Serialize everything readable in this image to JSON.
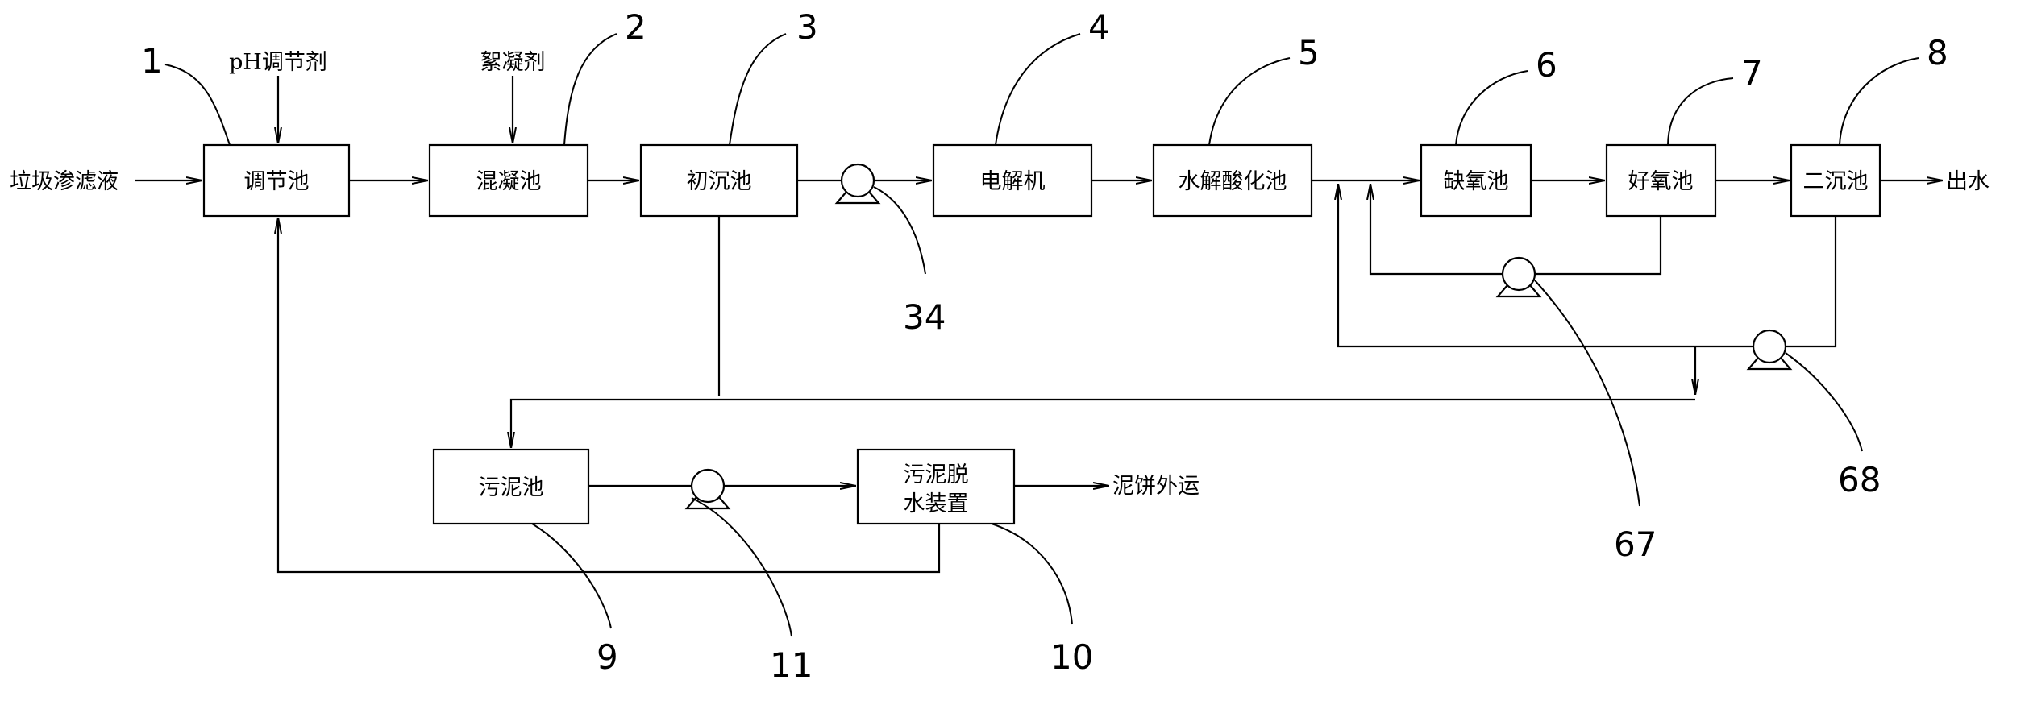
{
  "diagram": {
    "units": {
      "regulating_tank": "调节池",
      "coagulation_tank": "混凝池",
      "primary_sedimentation_tank": "初沉池",
      "electrolyzer": "电解机",
      "hydrolysis_acidification_tank": "水解酸化池",
      "anoxic_tank": "缺氧池",
      "aerobic_tank": "好氧池",
      "secondary_sedimentation_tank": "二沉池",
      "sludge_tank": "污泥池",
      "sludge_dewatering_line1": "污泥脱",
      "sludge_dewatering_line2": "水装置"
    },
    "io_labels": {
      "influent": "垃圾渗滤液",
      "ph_agent": "pH调节剂",
      "flocculant": "絮凝剂",
      "effluent": "出水",
      "cake_out": "泥饼外运"
    },
    "reference_numerals": {
      "n1": "1",
      "n2": "2",
      "n3": "3",
      "n4": "4",
      "n5": "5",
      "n6": "6",
      "n7": "7",
      "n8": "8",
      "n9": "9",
      "n10": "10",
      "n11": "11",
      "n34": "34",
      "n67": "67",
      "n68": "68"
    },
    "colors": {
      "ink": "#000000",
      "background": "#ffffff"
    }
  }
}
